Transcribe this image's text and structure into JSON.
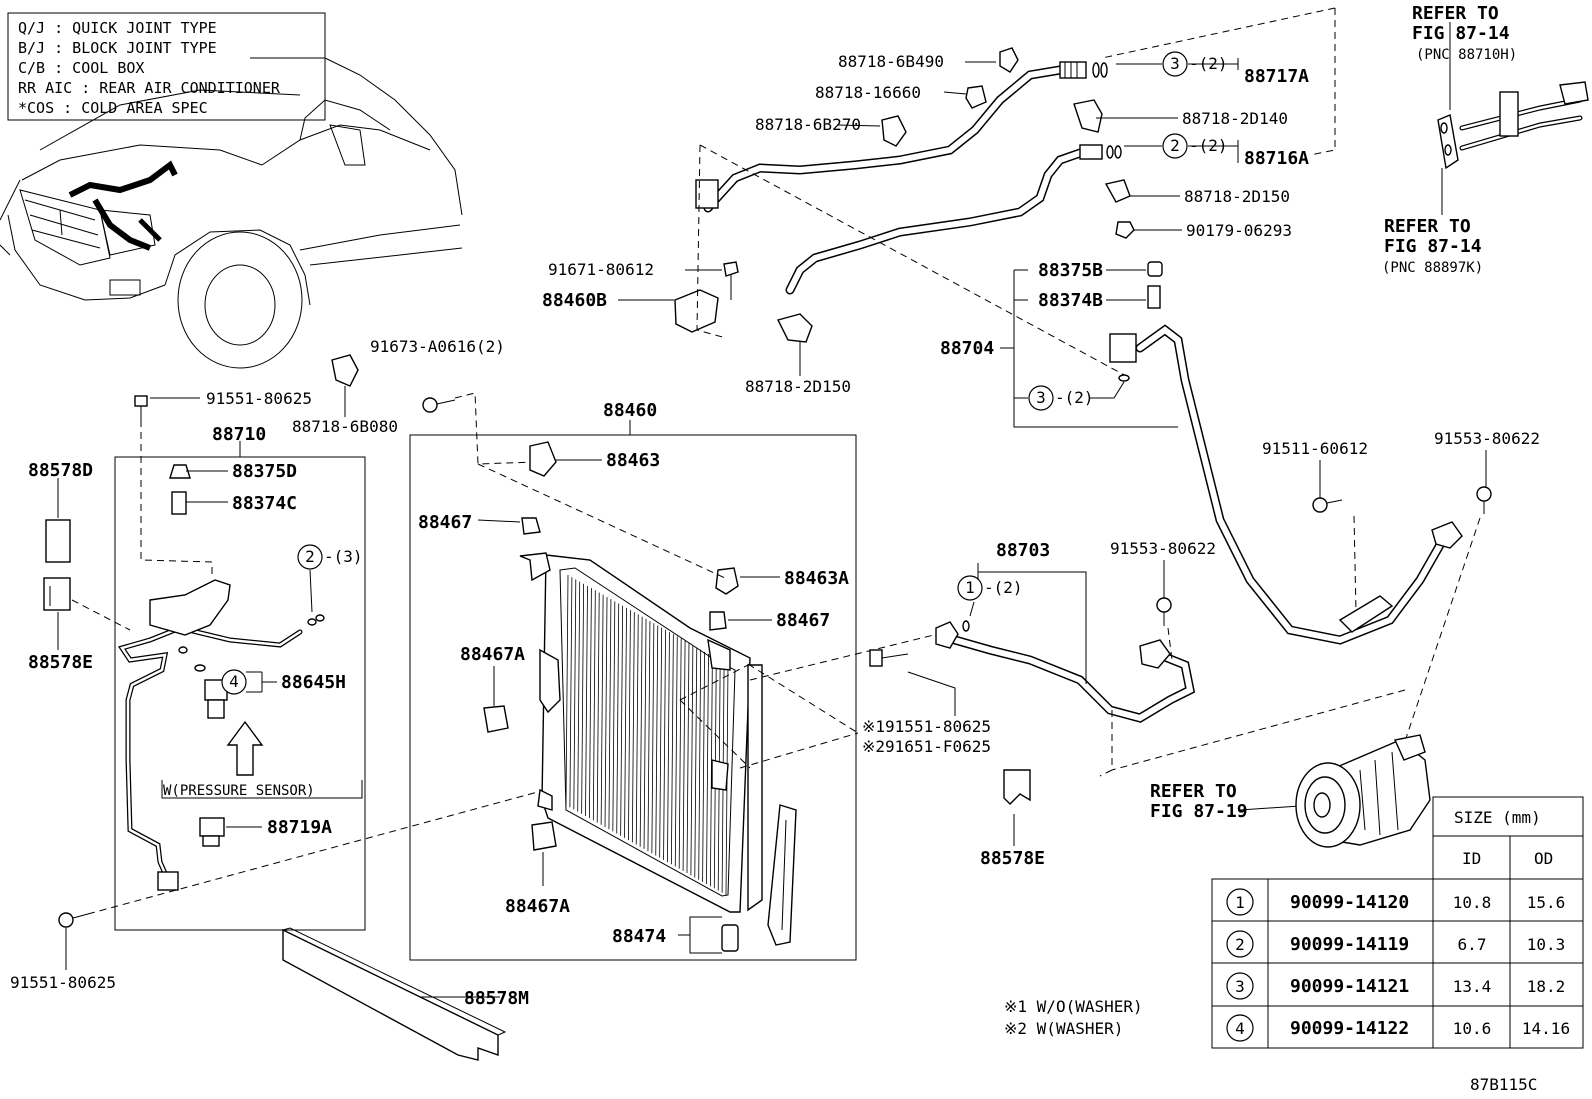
{
  "legend": [
    "Q/J  :  QUICK JOINT TYPE",
    "B/J  :  BLOCK JOINT TYPE",
    "C/B  :  COOL BOX",
    "RR AIC  :  REAR AIR CONDITIONER",
    "*COS  :  COLD AREA SPEC"
  ],
  "labels": {
    "p88718_6B490": "88718-6B490",
    "p88718_16660": "88718-16660",
    "p88718_6B270": "88718-6B270",
    "p88717A": "88717A",
    "p88718_2D140": "88718-2D140",
    "p88716A": "88716A",
    "p88718_2D150a": "88718-2D150",
    "p90179_06293": "90179-06293",
    "p88375B": "88375B",
    "p88374B": "88374B",
    "p88704": "88704",
    "p91671_80612": "91671-80612",
    "p88460B": "88460B",
    "p88718_2D150b": "88718-2D150",
    "p91673_A0616": "91673-A0616(2)",
    "p91551_80625a": "91551-80625",
    "p88718_6B080": "88718-6B080",
    "p88710": "88710",
    "p88578D": "88578D",
    "p88375D": "88375D",
    "p88374C": "88374C",
    "p88578E_left": "88578E",
    "p88645H": "88645H",
    "pressure_sensor": "W(PRESSURE SENSOR)",
    "p88719A": "88719A",
    "p91551_80625b": "91551-80625",
    "p88578M": "88578M",
    "p88460": "88460",
    "p88463": "88463",
    "p88467a": "88467",
    "p88463A": "88463A",
    "p88467b": "88467",
    "p88467A_a": "88467A",
    "p88467A_b": "88467A",
    "p88474": "88474",
    "p88703": "88703",
    "p91553_80622a": "91553-80622",
    "p91511_60612": "91511-60612",
    "p91553_80622b": "91553-80622",
    "note_bolt1": "※191551-80625",
    "note_bolt2": "※291651-F0625",
    "p88578E_right": "88578E",
    "refer_87_19_a": "REFER TO",
    "refer_87_19_b": "FIG 87-19",
    "refer_top_a": "REFER TO",
    "refer_top_b": "FIG 87-14",
    "refer_top_c": "(PNC 88710H)",
    "refer_mid_a": "REFER TO",
    "refer_mid_b": "FIG 87-14",
    "refer_mid_c": "(PNC 88897K)",
    "washer1": "※1 W/O(WASHER)",
    "washer2": "※2 W(WASHER)",
    "fig_code": "87B115C"
  },
  "callouts": {
    "c3_top": {
      "num": "3",
      "qty": "-(2)"
    },
    "c2_top": {
      "num": "2",
      "qty": "-(2)"
    },
    "c3_mid": {
      "num": "3",
      "qty": "-(2)"
    },
    "c2_left": {
      "num": "2",
      "qty": "-(3)"
    },
    "c4_left": {
      "num": "4",
      "qty": ""
    },
    "c1_mid": {
      "num": "1",
      "qty": "-(2)"
    }
  },
  "size_table": {
    "header": "SIZE (mm)",
    "col_id": "ID",
    "col_od": "OD",
    "rows": [
      {
        "num": "1",
        "part": "90099-14120",
        "id": "10.8",
        "od": "15.6"
      },
      {
        "num": "2",
        "part": "90099-14119",
        "id": "6.7",
        "od": "10.3"
      },
      {
        "num": "3",
        "part": "90099-14121",
        "id": "13.4",
        "od": "18.2"
      },
      {
        "num": "4",
        "part": "90099-14122",
        "id": "10.6",
        "od": "14.16"
      }
    ]
  }
}
